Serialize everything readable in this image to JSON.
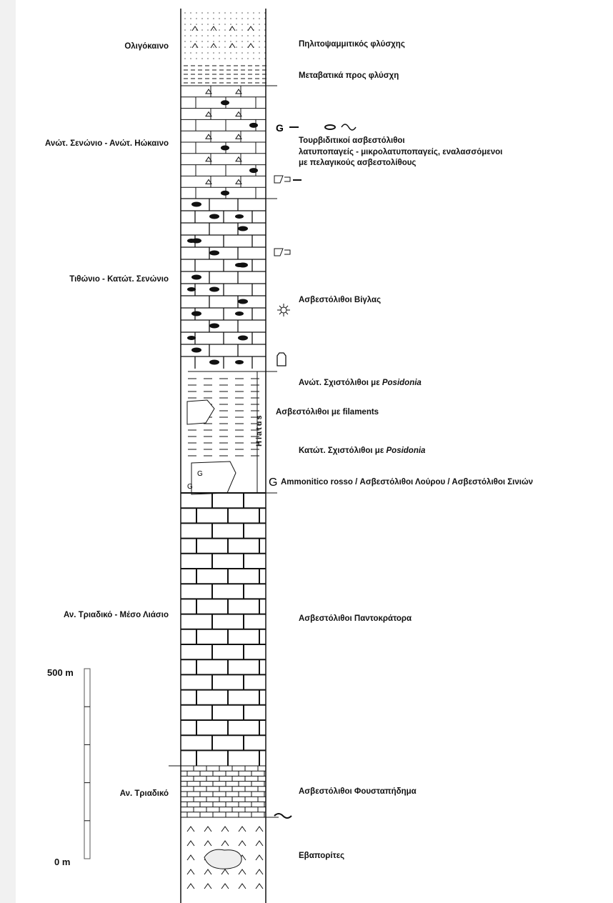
{
  "ages": {
    "oligocene": "Ολιγόκαινο",
    "senonian_eocene": "Ανώτ. Σενώνιο - Ανώτ. Ηώκαινο",
    "tithonian_senonian": "Τιθώνιο - Κατώτ. Σενώνιο",
    "triassic_lias": "Αν. Τριαδικό - Μέσο Λιάσιο",
    "triassic": "Αν. Τριαδικό"
  },
  "units": {
    "flysch": "Πηλιτοψαμμιτικός φλύσχης",
    "transition": "Μεταβατικά προς φλύσχη",
    "turbidite_line1": "Τουρβιδιτικοί ασβεστόλιθοι",
    "turbidite_line2": "λατυποπαγείς - μικρολατυποπαγείς, εναλασσόμενοι",
    "turbidite_line3": "με πελαγικούς ασβεστολίθους",
    "vigla": "Ασβεστόλιθοι Βίγλας",
    "upper_posidonia_prefix": "Ανώτ. Σχιστόλιθοι με",
    "posidonia": "Posidonia",
    "filaments": "Ασβεστόλιθοι με filaments",
    "lower_posidonia_prefix": "Κατώτ. Σχιστόλιθοι με",
    "ammonitico": "Ammonitico rosso / Ασβεστόλιθοι Λούρου / Ασβεστόλιθοι Σινιών",
    "pantokrator": "Ασβεστόλιθοι Παντοκράτορα",
    "foustapidima": "Ασβεστόλιθοι Φουσταπήδημα",
    "evaporites": "Εβαπορίτες"
  },
  "hiatus": "Hiatus",
  "scale": {
    "top_label": "500 m",
    "bottom_label": "0 m"
  }
}
